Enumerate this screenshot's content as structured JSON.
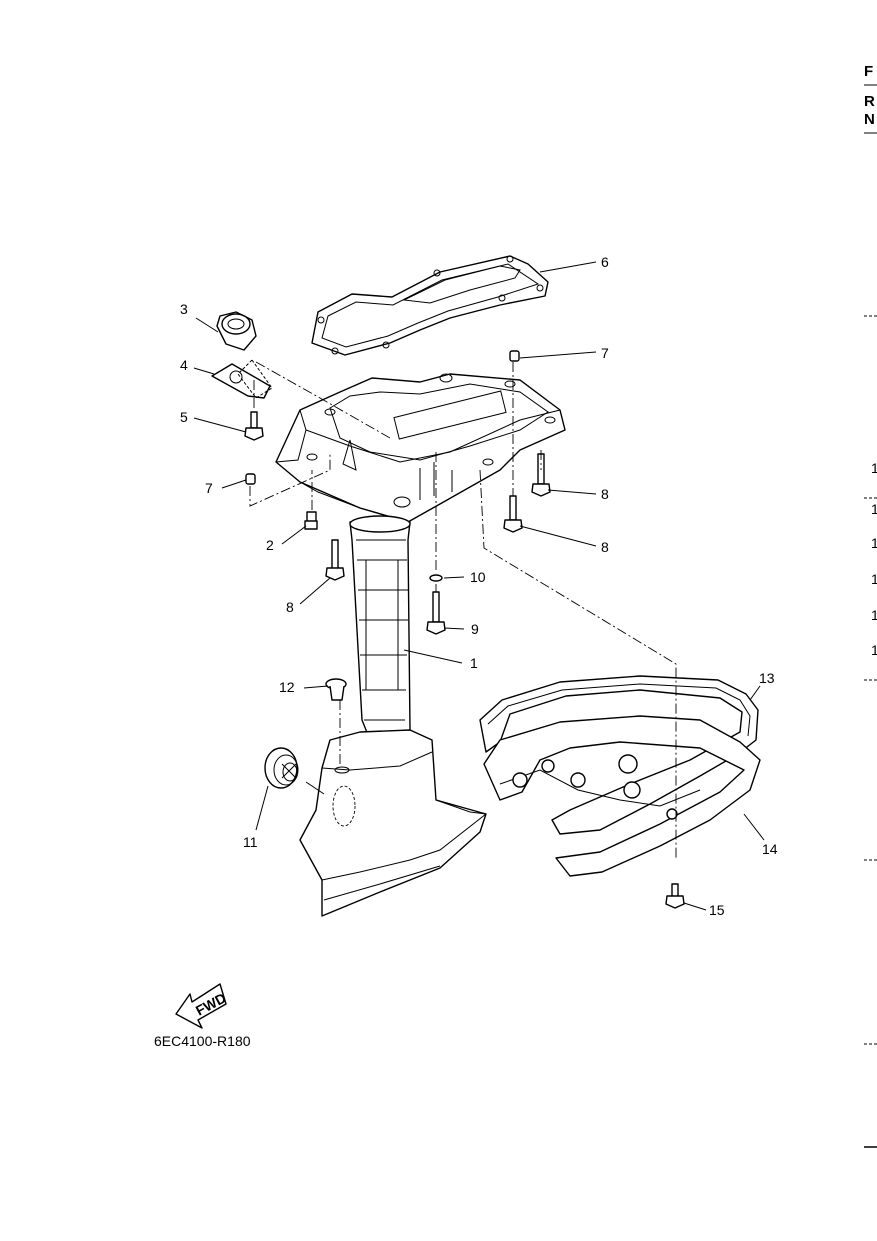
{
  "diagram": {
    "part_code": "6EC4100-R180",
    "fwd_label": "FWD",
    "callouts": [
      "1",
      "2",
      "3",
      "4",
      "5",
      "6",
      "7",
      "7",
      "8",
      "8",
      "8",
      "9",
      "10",
      "11",
      "12",
      "13",
      "14",
      "15"
    ]
  },
  "right_edge": {
    "header_letters": [
      "F",
      "R",
      "N"
    ],
    "margin_numbers": [
      "1",
      "1",
      "1",
      "1",
      "1",
      "1"
    ]
  }
}
